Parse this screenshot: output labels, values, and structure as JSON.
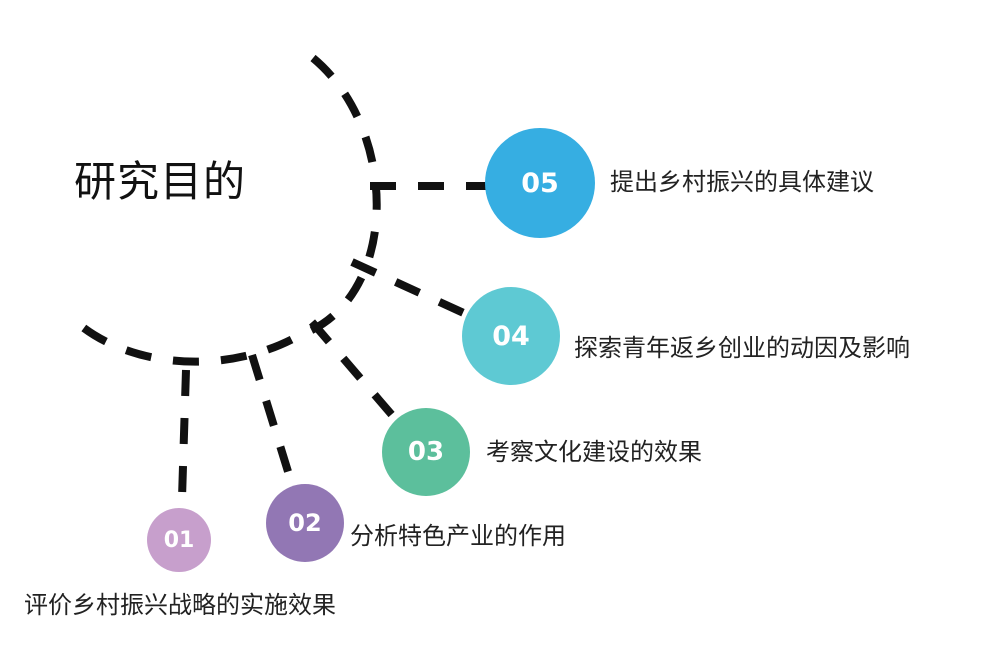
{
  "title": "研究目的",
  "items": [
    {
      "number": "01",
      "text": "评价乡村振兴战略的实施效果",
      "color": "#c79fcc"
    },
    {
      "number": "02",
      "text": "分析特色产业的作用",
      "color": "#9277b4"
    },
    {
      "number": "03",
      "text": "考察文化建设的效果",
      "color": "#5cbf9c"
    },
    {
      "number": "04",
      "text": "探索青年返乡创业的动因及影响",
      "color": "#5ec9d3"
    },
    {
      "number": "05",
      "text": "提出乡村振兴的具体建议",
      "color": "#36aee2"
    }
  ]
}
